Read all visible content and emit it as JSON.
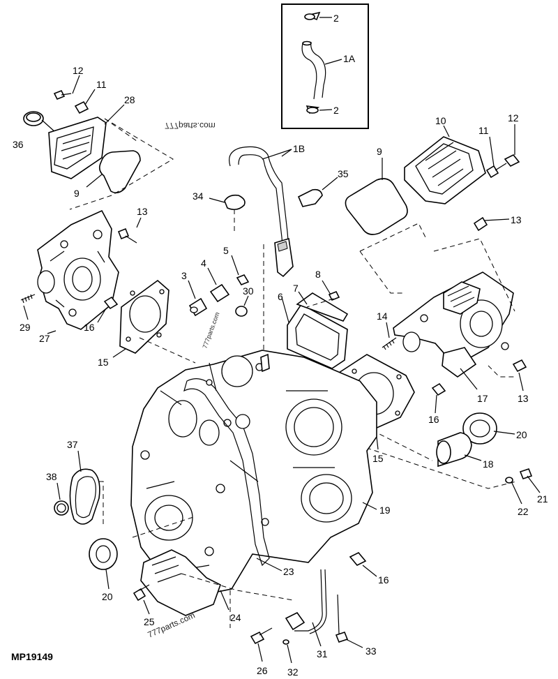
{
  "diagram": {
    "figure_code": "MP19149",
    "watermarks": [
      "777parts.com",
      "777parts.com",
      "777parts.com"
    ],
    "callouts": [
      {
        "id": "c2a",
        "label": "2"
      },
      {
        "id": "c1A",
        "label": "1A"
      },
      {
        "id": "c2b",
        "label": "2"
      },
      {
        "id": "c12a",
        "label": "12"
      },
      {
        "id": "c11a",
        "label": "11"
      },
      {
        "id": "c28",
        "label": "28"
      },
      {
        "id": "c36",
        "label": "36"
      },
      {
        "id": "c9a",
        "label": "9"
      },
      {
        "id": "c1B",
        "label": "1B"
      },
      {
        "id": "c10",
        "label": "10"
      },
      {
        "id": "c11b",
        "label": "11"
      },
      {
        "id": "c12b",
        "label": "12"
      },
      {
        "id": "c9b",
        "label": "9"
      },
      {
        "id": "c35",
        "label": "35"
      },
      {
        "id": "c34",
        "label": "34"
      },
      {
        "id": "c13a",
        "label": "13"
      },
      {
        "id": "c13b",
        "label": "13"
      },
      {
        "id": "c5",
        "label": "5"
      },
      {
        "id": "c4",
        "label": "4"
      },
      {
        "id": "c3",
        "label": "3"
      },
      {
        "id": "c8",
        "label": "8"
      },
      {
        "id": "c30",
        "label": "30"
      },
      {
        "id": "c6",
        "label": "6"
      },
      {
        "id": "c7",
        "label": "7"
      },
      {
        "id": "c29",
        "label": "29"
      },
      {
        "id": "c27",
        "label": "27"
      },
      {
        "id": "c16a",
        "label": "16"
      },
      {
        "id": "c15a",
        "label": "15"
      },
      {
        "id": "c14",
        "label": "14"
      },
      {
        "id": "c17",
        "label": "17"
      },
      {
        "id": "c13c",
        "label": "13"
      },
      {
        "id": "c16b",
        "label": "16"
      },
      {
        "id": "c20a",
        "label": "20"
      },
      {
        "id": "c15b",
        "label": "15"
      },
      {
        "id": "c18",
        "label": "18"
      },
      {
        "id": "c37",
        "label": "37"
      },
      {
        "id": "c38",
        "label": "38"
      },
      {
        "id": "c21",
        "label": "21"
      },
      {
        "id": "c22",
        "label": "22"
      },
      {
        "id": "c19",
        "label": "19"
      },
      {
        "id": "c20b",
        "label": "20"
      },
      {
        "id": "c23",
        "label": "23"
      },
      {
        "id": "c16c",
        "label": "16"
      },
      {
        "id": "c25",
        "label": "25"
      },
      {
        "id": "c24",
        "label": "24"
      },
      {
        "id": "c31",
        "label": "31"
      },
      {
        "id": "c33",
        "label": "33"
      },
      {
        "id": "c26",
        "label": "26"
      },
      {
        "id": "c32",
        "label": "32"
      }
    ]
  }
}
